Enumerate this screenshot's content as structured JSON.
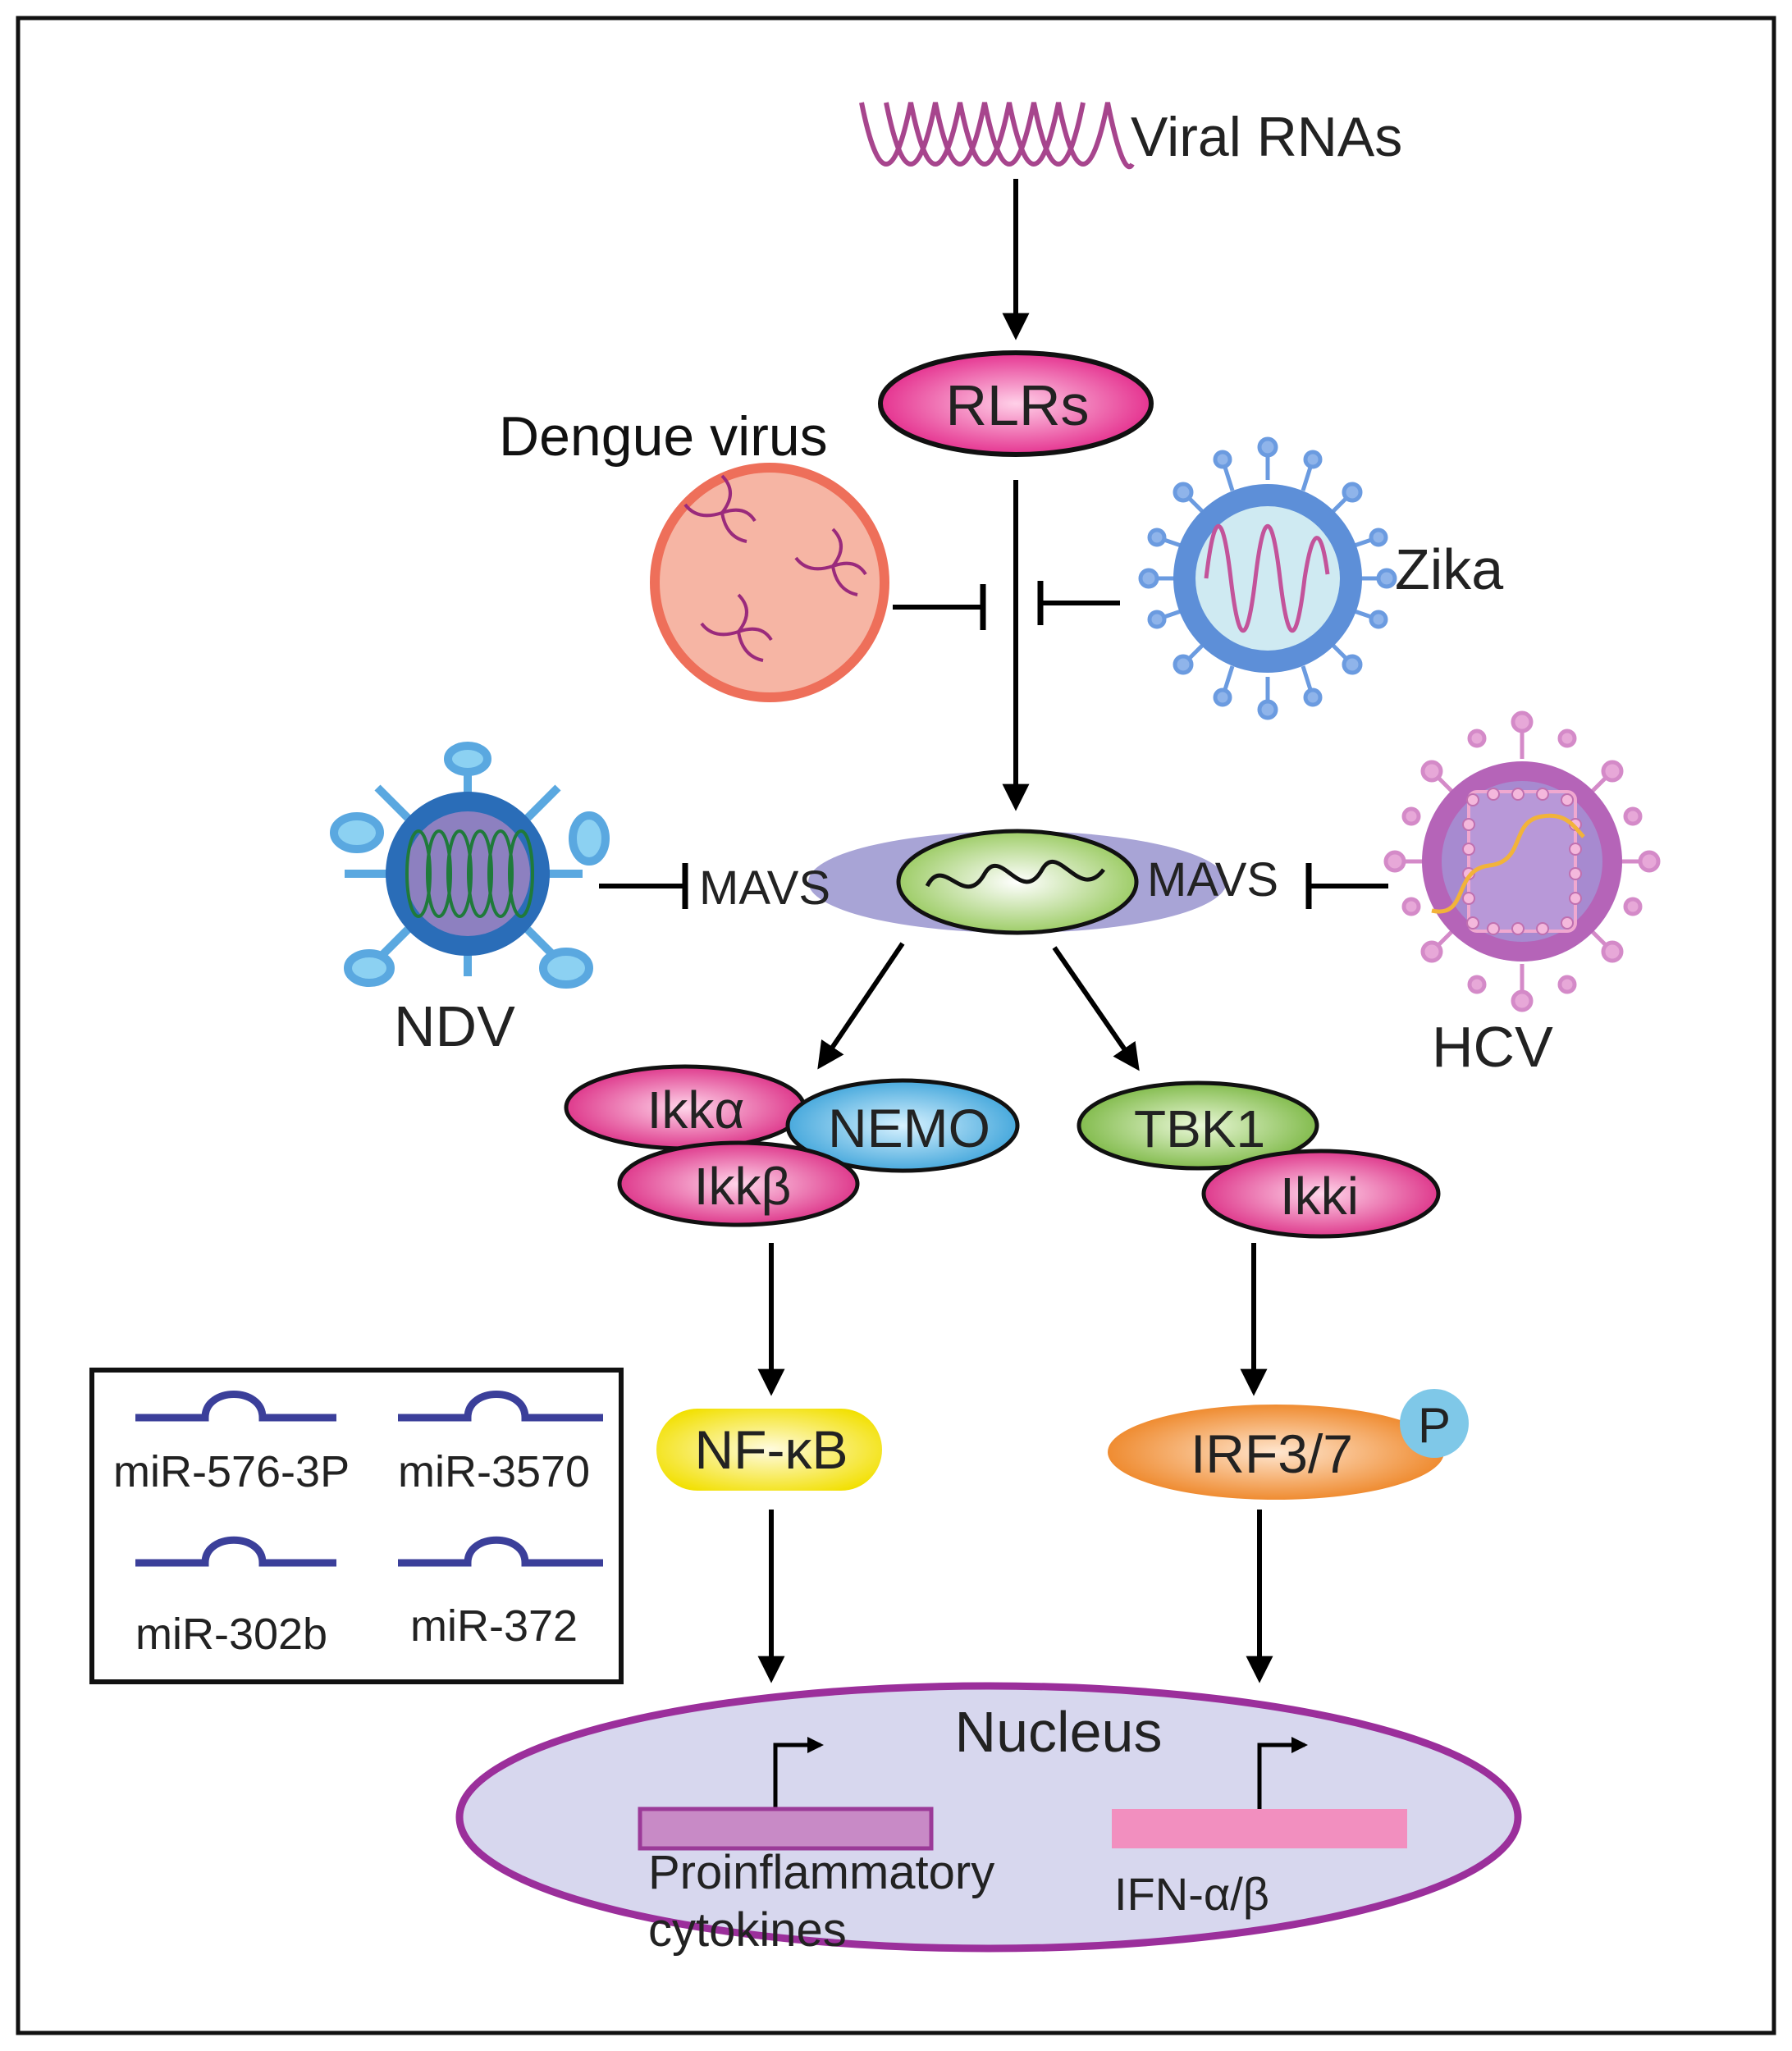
{
  "labels": {
    "viral_rnas": "Viral RNAs",
    "rlrs": "RLRs",
    "dengue": "Dengue virus",
    "zika": "Zika",
    "ndv": "NDV",
    "hcv": "HCV",
    "mavs_left": "MAVS",
    "mavs_right": "MAVS",
    "ikka": "Ikkα",
    "ikkb": "Ikkβ",
    "nemo": "NEMO",
    "tbk1": "TBK1",
    "ikki": "Ikki",
    "nfkb": "NF-κB",
    "irf": "IRF3/7",
    "phospho": "P",
    "nucleus": "Nucleus",
    "gene_left_line1": "Proinflammatory",
    "gene_left_line2": "cytokines",
    "gene_right": "IFN-α/β"
  },
  "legend": {
    "items": [
      "miR-576-3P",
      "miR-3570",
      "miR-302b",
      "miR-372"
    ]
  },
  "colors": {
    "rlrs": "#e0157f",
    "dengue": "#ee7766",
    "zika": "#5b8fd6",
    "ndv": "#2a6db8",
    "hcv": "#b062b6",
    "mito": "#8bc34a",
    "ikk": "#d81b7a",
    "nemo": "#35a6dc",
    "tbk1": "#7cba3e",
    "nfkb": "#f4e400",
    "irf": "#ef7f1a",
    "phospho": "#7fc8e8",
    "nucleus": "#d7d7ee",
    "nucleus_border": "#9b2f9b",
    "gene_left": "#c88ac6",
    "gene_right": "#f28fbf",
    "mirna": "#3b3f9a"
  }
}
